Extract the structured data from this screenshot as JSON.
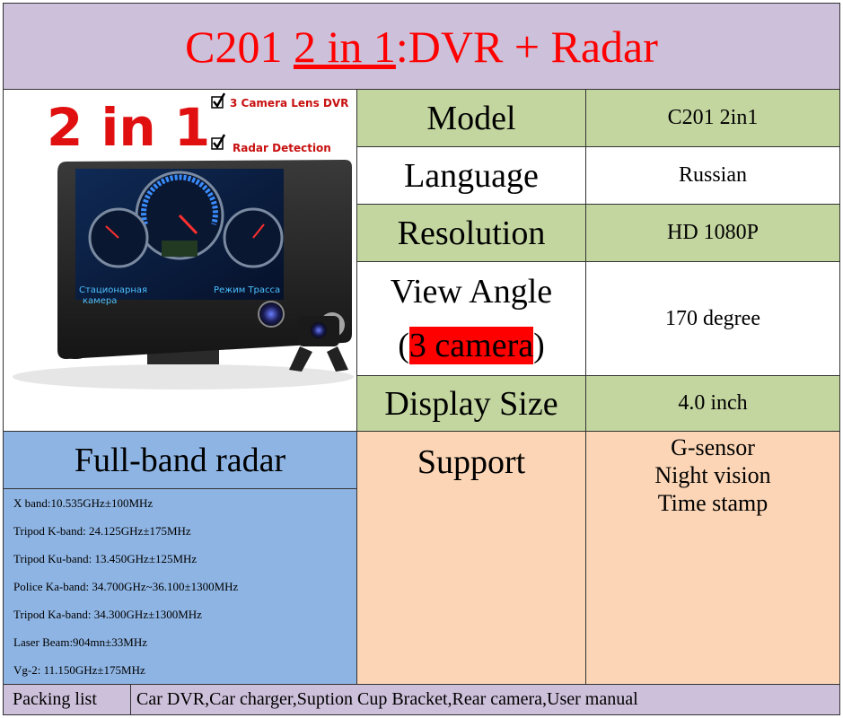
{
  "header": {
    "title_plain": "C201 ",
    "title_underlined": "2 in 1",
    "title_rest": ":DVR + Radar"
  },
  "photo": {
    "badge": "2 in 1",
    "features": [
      "3 Camera Lens DVR",
      "Radar Detection"
    ],
    "screen_left": [
      "Стационарная",
      "камера"
    ],
    "screen_right": "Режим Трасса",
    "colors": {
      "badge": "#e01010",
      "screen": "#0a1a3a"
    }
  },
  "specs": [
    {
      "label": "Model",
      "value": "C201 2in1"
    },
    {
      "label": "Language",
      "value": "Russian"
    },
    {
      "label": "Resolution",
      "value": "HD 1080P"
    },
    {
      "label_line1": "View Angle",
      "label_open": "(",
      "label_hl": "3 camera",
      "label_close": ")",
      "value": "170 degree"
    },
    {
      "label": "Display Size",
      "value": "4.0 inch"
    }
  ],
  "radar": {
    "title": "Full-band radar",
    "items": [
      "X band:10.535GHz±100MHz",
      "Tripod K-band: 24.125GHz±175MHz",
      "Tripod Ku-band: 13.450GHz±125MHz",
      "Police Ka-band: 34.700GHz~36.100±1300MHz",
      "Tripod Ka-band: 34.300GHz±1300MHz",
      "Laser Beam:904mn±33MHz",
      "Vg-2: 11.150GHz±175MHz"
    ]
  },
  "support": {
    "label": "Support",
    "values": [
      "G-sensor",
      "Night vision",
      "Time stamp"
    ]
  },
  "packing": {
    "label": "Packing list",
    "value": "Car DVR,Car charger,Suption Cup Bracket,Rear camera,User manual"
  },
  "colors": {
    "title": "#ff0000",
    "lavender": "#cdc0da",
    "green": "#c4d6a0",
    "blue": "#8eb4e3",
    "peach": "#fbd5b5"
  }
}
